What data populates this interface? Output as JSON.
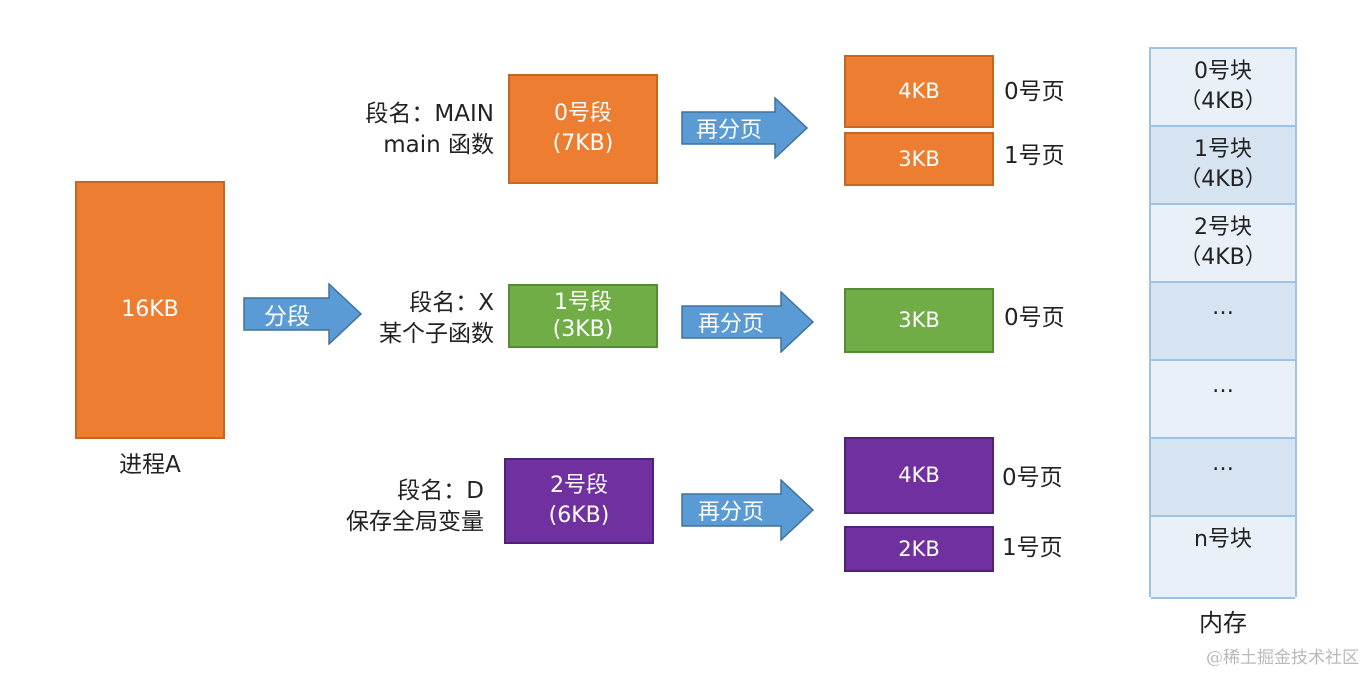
{
  "process": {
    "size": "16KB",
    "name": "进程A"
  },
  "segment_arrow_label": "分段",
  "segments": [
    {
      "name_line1": "段名：MAIN",
      "name_line2": "main 函数",
      "box_title": "0号段",
      "box_size": "(7KB)",
      "arrow_label": "再分页",
      "pages": [
        {
          "size": "4KB",
          "label": "0号页"
        },
        {
          "size": "3KB",
          "label": "1号页"
        }
      ]
    },
    {
      "name_line1": "段名：X",
      "name_line2": "某个子函数",
      "box_title": "1号段",
      "box_size": "(3KB)",
      "arrow_label": "再分页",
      "pages": [
        {
          "size": "3KB",
          "label": "0号页"
        }
      ]
    },
    {
      "name_line1": "段名：D",
      "name_line2": "保存全局变量",
      "box_title": "2号段",
      "box_size": "(6KB)",
      "arrow_label": "再分页",
      "pages": [
        {
          "size": "4KB",
          "label": "0号页"
        },
        {
          "size": "2KB",
          "label": "1号页"
        }
      ]
    }
  ],
  "memory": {
    "label": "内存",
    "blocks": [
      {
        "line1": "0号块",
        "line2": "（4KB）"
      },
      {
        "line1": "1号块",
        "line2": "（4KB）"
      },
      {
        "line1": "2号块",
        "line2": "（4KB）"
      },
      {
        "line1": "…",
        "line2": ""
      },
      {
        "line1": "…",
        "line2": ""
      },
      {
        "line1": "…",
        "line2": ""
      },
      {
        "line1": "n号块",
        "line2": ""
      }
    ]
  },
  "watermark": "@稀土掘金技术社区",
  "colors": {
    "orange": "#ED7D31",
    "green": "#70AD47",
    "purple": "#7030A0",
    "arrow": "#5B9BD5",
    "memory_border": "#9DC3E6",
    "memory_fill_light": "#EAF0F8",
    "memory_fill_dark": "#D6E3F1"
  }
}
